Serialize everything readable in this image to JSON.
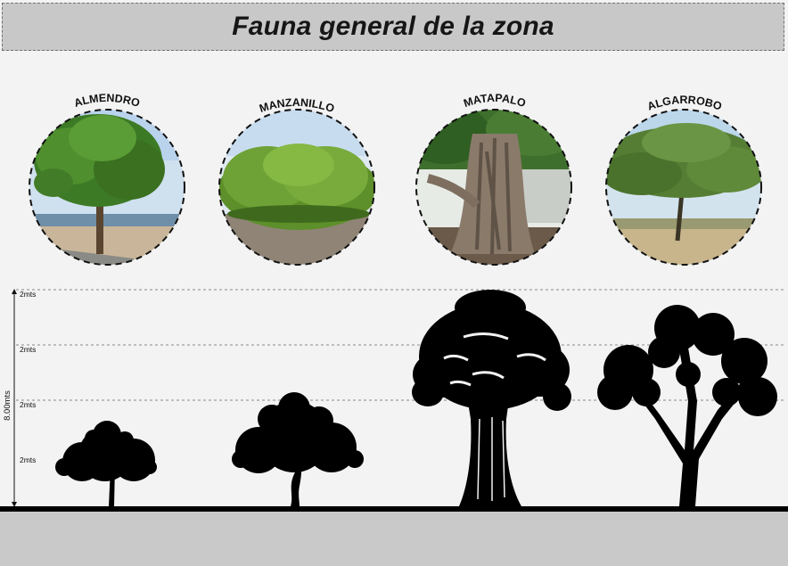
{
  "header": {
    "title": "Fauna general de la zona"
  },
  "species": [
    {
      "name": "ALMENDRO"
    },
    {
      "name": "MANZANILLO"
    },
    {
      "name": "MATAPALO"
    },
    {
      "name": "ALGARROBO"
    }
  ],
  "scale": {
    "total_label": "8.00mts",
    "ticks": [
      "2mts",
      "2mts",
      "2mts",
      "2mts"
    ]
  },
  "colors": {
    "header_bg": "#c8c8c8",
    "page_bg": "#f3f3f3",
    "silhouette": "#000000",
    "footer_band": "#c9c9c9"
  }
}
